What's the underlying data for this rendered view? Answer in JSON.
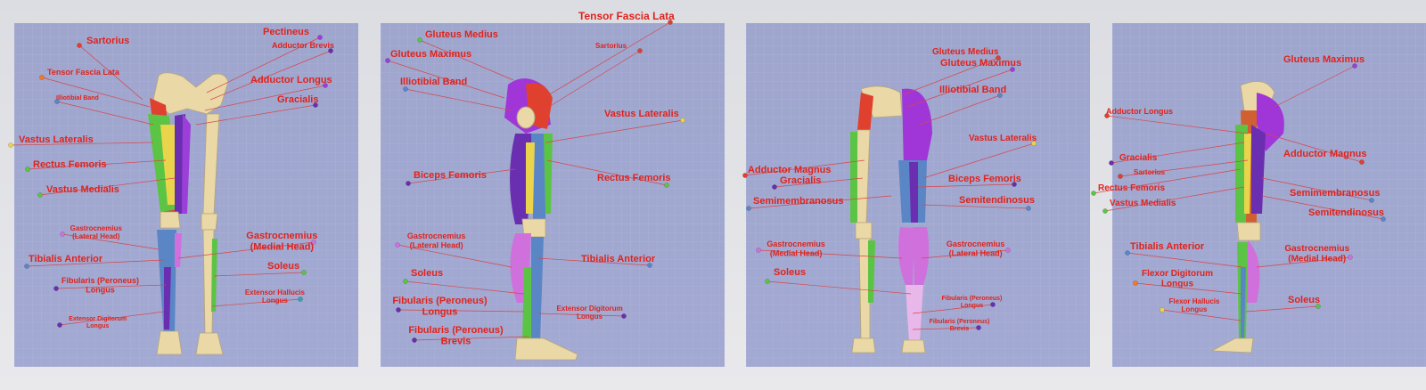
{
  "panels": [
    {
      "id": "front",
      "labels": [
        {
          "text": "Sartorius"
        },
        {
          "text": "Pectineus"
        },
        {
          "text": "Adductor Brevis"
        },
        {
          "text": "Tensor Fascia Lata"
        },
        {
          "text": "Illiotibial Band"
        },
        {
          "text": "Adductor Longus"
        },
        {
          "text": "Gracialis"
        },
        {
          "text": "Vastus Lateralis"
        },
        {
          "text": "Rectus Femoris"
        },
        {
          "text": "Vastus Medialis"
        },
        {
          "text": "Gastrocnemius\n(Lateral Head)"
        },
        {
          "text": "Gastrocnemius\n(Medial Head)"
        },
        {
          "text": "Tibialis Anterior"
        },
        {
          "text": "Soleus"
        },
        {
          "text": "Fibularis (Peroneus)\nLongus"
        },
        {
          "text": "Extensor Hallucis\nLongus"
        },
        {
          "text": "Extensor Digitorum\nLongus"
        }
      ]
    },
    {
      "id": "side",
      "labels": [
        {
          "text": "Tensor Fascia Lata"
        },
        {
          "text": "Gluteus Medius"
        },
        {
          "text": "Sartorius"
        },
        {
          "text": "Gluteus Maximus"
        },
        {
          "text": "Illiotibial Band"
        },
        {
          "text": "Vastus Lateralis"
        },
        {
          "text": "Biceps Femoris"
        },
        {
          "text": "Rectus Femoris"
        },
        {
          "text": "Gastrocnemius\n(Lateral Head)"
        },
        {
          "text": "Tibialis Anterior"
        },
        {
          "text": "Soleus"
        },
        {
          "text": "Fibularis (Peroneus)\nLongus"
        },
        {
          "text": "Extensor Digitorum\nLongus"
        },
        {
          "text": "Fibularis (Peroneus)\nBrevis"
        }
      ]
    },
    {
      "id": "back",
      "labels": [
        {
          "text": "Gluteus Medius"
        },
        {
          "text": "Gluteus Maximus"
        },
        {
          "text": "Illiotibial Band"
        },
        {
          "text": "Vastus Lateralis"
        },
        {
          "text": "Adductor Magnus"
        },
        {
          "text": "Gracialis"
        },
        {
          "text": "Biceps Femoris"
        },
        {
          "text": "Semimembranosus"
        },
        {
          "text": "Semitendinosus"
        },
        {
          "text": "Gastrocnemius\n(Medial Head)"
        },
        {
          "text": "Gastrocnemius\n(Lateral Head)"
        },
        {
          "text": "Soleus"
        },
        {
          "text": "Fibularis (Peroneus)\nLongus"
        },
        {
          "text": "Fibularis (Peroneus)\nBrevis"
        }
      ]
    },
    {
      "id": "medial",
      "labels": [
        {
          "text": "Gluteus Maximus"
        },
        {
          "text": "Adductor Longus"
        },
        {
          "text": "Gracialis"
        },
        {
          "text": "Adductor Magnus"
        },
        {
          "text": "Sartorius"
        },
        {
          "text": "Rectus Femoris"
        },
        {
          "text": "Semimembranosus"
        },
        {
          "text": "Vastus Medialis"
        },
        {
          "text": "Semitendinosus"
        },
        {
          "text": "Tibialis Anterior"
        },
        {
          "text": "Gastrocnemius\n(Medial Head)"
        },
        {
          "text": "Flexor Digitorum\nLongus"
        },
        {
          "text": "Soleus"
        },
        {
          "text": "Flexor Hallucis\nLongus"
        }
      ]
    }
  ],
  "colors": {
    "label": "#e0231c",
    "bone": "#ead9a6",
    "green": "#5cc444",
    "yellow": "#e9d44c",
    "purple": "#6a2fb0",
    "violet": "#9b3fd8",
    "magenta": "#d070dd",
    "blue": "#5b86c6",
    "red": "#e0402e",
    "orange": "#f07a2a",
    "teal": "#3aa0b0"
  }
}
